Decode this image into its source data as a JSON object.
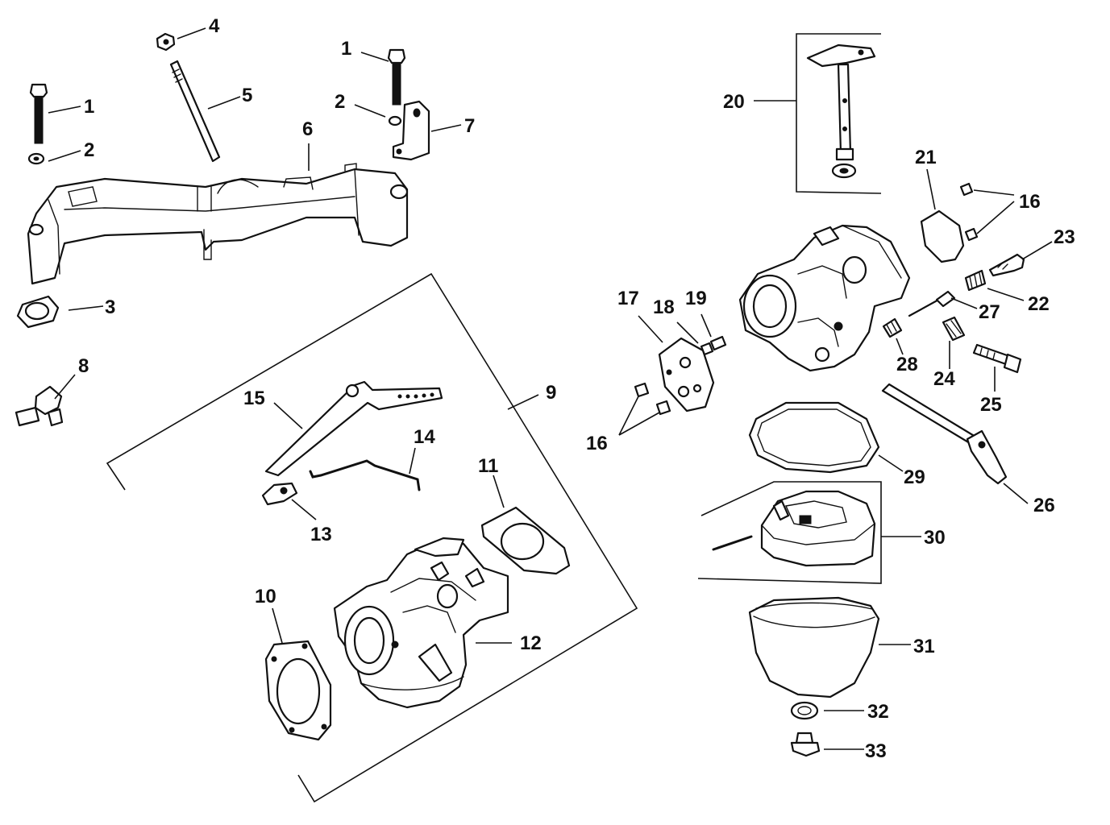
{
  "diagram": {
    "colors": {
      "ink": "#111111",
      "paper": "#ffffff"
    },
    "callouts": [
      {
        "id": "c1a",
        "label": "1"
      },
      {
        "id": "c2a",
        "label": "2"
      },
      {
        "id": "c4",
        "label": "4"
      },
      {
        "id": "c5",
        "label": "5"
      },
      {
        "id": "c1b",
        "label": "1"
      },
      {
        "id": "c2b",
        "label": "2"
      },
      {
        "id": "c6",
        "label": "6"
      },
      {
        "id": "c7",
        "label": "7"
      },
      {
        "id": "c3",
        "label": "3"
      },
      {
        "id": "c8",
        "label": "8"
      },
      {
        "id": "c9",
        "label": "9"
      },
      {
        "id": "c15",
        "label": "15"
      },
      {
        "id": "c14",
        "label": "14"
      },
      {
        "id": "c13",
        "label": "13"
      },
      {
        "id": "c11",
        "label": "11"
      },
      {
        "id": "c10",
        "label": "10"
      },
      {
        "id": "c12",
        "label": "12"
      },
      {
        "id": "c20",
        "label": "20"
      },
      {
        "id": "c21",
        "label": "21"
      },
      {
        "id": "c16a",
        "label": "16"
      },
      {
        "id": "c23",
        "label": "23"
      },
      {
        "id": "c22",
        "label": "22"
      },
      {
        "id": "c27",
        "label": "27"
      },
      {
        "id": "c17",
        "label": "17"
      },
      {
        "id": "c18",
        "label": "18"
      },
      {
        "id": "c19",
        "label": "19"
      },
      {
        "id": "c28",
        "label": "28"
      },
      {
        "id": "c24",
        "label": "24"
      },
      {
        "id": "c25",
        "label": "25"
      },
      {
        "id": "c16b",
        "label": "16"
      },
      {
        "id": "c29",
        "label": "29"
      },
      {
        "id": "c26",
        "label": "26"
      },
      {
        "id": "c30",
        "label": "30"
      },
      {
        "id": "c31",
        "label": "31"
      },
      {
        "id": "c32",
        "label": "32"
      },
      {
        "id": "c33",
        "label": "33"
      }
    ]
  }
}
